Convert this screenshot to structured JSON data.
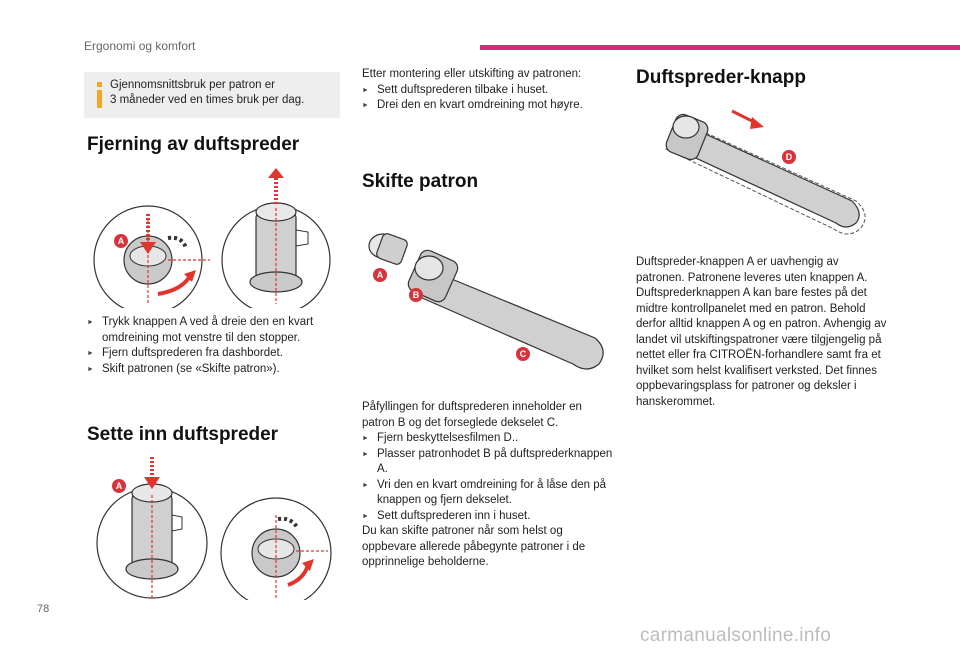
{
  "header": {
    "section": "Ergonomi og komfort",
    "accent": "#e2237a"
  },
  "note": {
    "line1": "Gjennomsnittsbruk per patron er",
    "line2": "3 måneder ved en times bruk per dag."
  },
  "removal": {
    "title": "Fjerning av duftspreder",
    "steps": [
      "Trykk knappen A ved å dreie den en kvart omdreining mot venstre til den stopper.",
      "Fjern duftsprederen fra dashbordet.",
      "Skift patronen (se «Skifte patron»)."
    ],
    "labels": {
      "a": "A"
    }
  },
  "insert": {
    "title": "Sette inn duftspreder",
    "labels": {
      "a": "A"
    }
  },
  "change": {
    "intro": "Etter montering eller utskifting av patronen:",
    "intro_steps": [
      "Sett duftsprederen tilbake i huset.",
      "Drei den en kvart omdreining mot høyre."
    ],
    "title": "Skifte patron",
    "labels": {
      "a": "A",
      "b": "B",
      "c": "C"
    },
    "body": {
      "p1": "Påfyllingen for duftsprederen inneholder en patron B og det forseglede dekselet C.",
      "steps": [
        "Fjern beskyttelsesfilmen D..",
        "Plasser patronhodet B på duftsprederknappen A.",
        "Vri den en kvart omdreining for å låse den på knappen og fjern dekselet.",
        "Sett duftsprederen inn i huset."
      ],
      "p2": "Du kan skifte patroner når som helst og oppbevare allerede påbegynte patroner i de opprinnelige beholderne."
    }
  },
  "knob": {
    "title": "Duftspreder-knapp",
    "labels": {
      "d": "D"
    },
    "text": "Duftspreder-knappen A er uavhengig av patronen. Patronene leveres uten knappen A. Duftsprederknappen A kan bare festes på det midtre kontrollpanelet med en patron. Behold derfor alltid knappen A og en patron. Avhengig av landet vil utskiftingspatroner være tilgjengelig på nettet eller fra CITROËN-forhandlere samt fra et hvilket som helst kvalifisert verksted. Det finnes oppbevaringsplass for patroner og deksler i hanskerommet."
  },
  "footer": {
    "page": "78",
    "watermark": "carmanualsonline.info"
  },
  "colors": {
    "red": "#e2342d",
    "badge": "#d8323a",
    "steel": "#c9c9c9"
  }
}
